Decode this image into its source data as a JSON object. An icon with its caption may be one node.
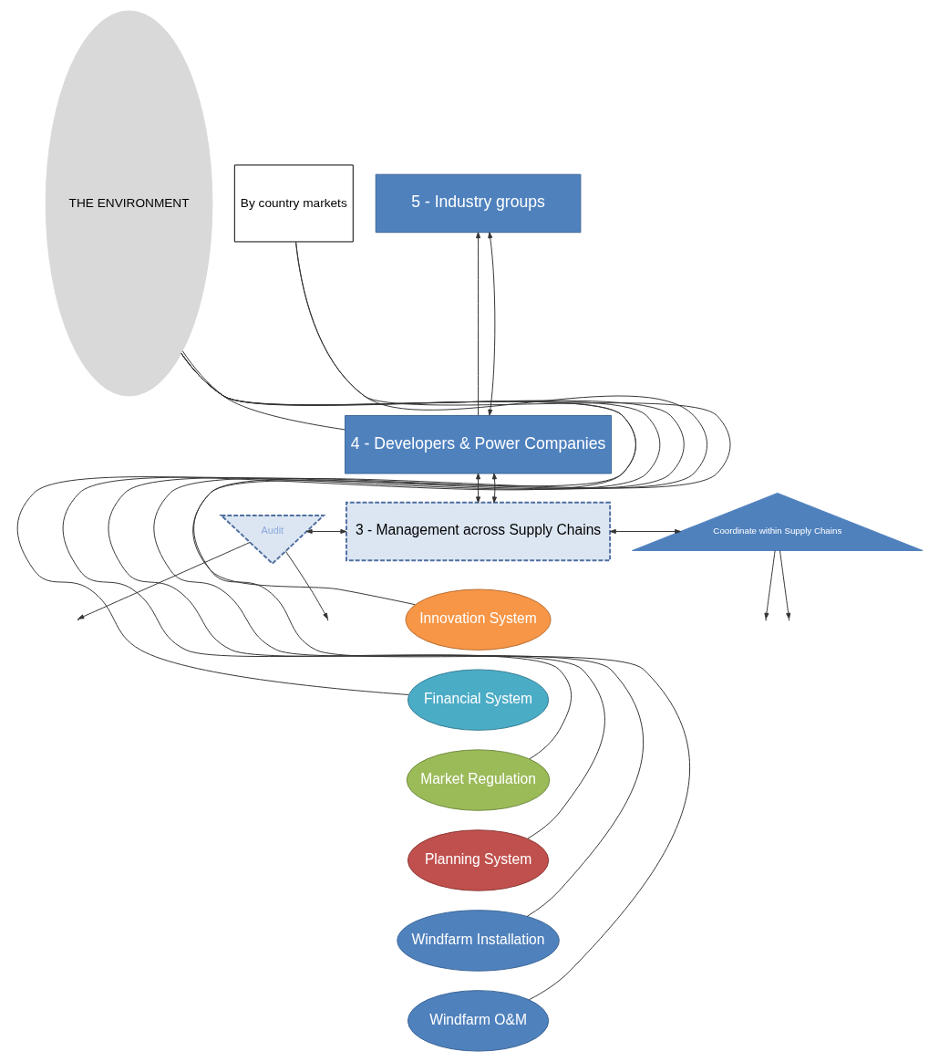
{
  "diagram": {
    "nodes": [
      {
        "text": [
          "THE ENVIRONMENT"
        ]
      },
      {
        "text": [
          "5 - Industry groups"
        ]
      },
      {
        "text": [
          "4 - Developers & Power Companies"
        ]
      },
      {
        "text": [
          "3 - Management across Supply Chains"
        ]
      },
      {
        "text": [
          "Audit"
        ]
      },
      {
        "text": [
          "Coordinate within Supply Chains"
        ]
      },
      {
        "text": [
          "Innovation System"
        ]
      },
      {
        "text": [
          "Financial System"
        ]
      },
      {
        "text": [
          "Market Regulation"
        ]
      },
      {
        "text": [
          "Planning System"
        ]
      },
      {
        "text": [
          "Windfarm Installation"
        ]
      },
      {
        "text": [
          "Windfarm O&M"
        ]
      },
      {
        "text": [
          "By country markets"
        ]
      }
    ],
    "edges": [
      {
        "from": 2,
        "to": 1,
        "arrow": "to"
      },
      {
        "from": 3,
        "to": 2,
        "arrow": "both"
      },
      {
        "from": 1,
        "to": 2,
        "arrow": "both"
      },
      {
        "from": 2,
        "to": 3,
        "arrow": "both"
      },
      {
        "from": 0,
        "to": 2,
        "arrow": "none"
      },
      {
        "from": 4,
        "to": 3,
        "arrow": "both"
      },
      {
        "from": 3,
        "to": 5,
        "arrow": "both"
      },
      {
        "from": 4,
        "to": null,
        "arrow": "to"
      },
      {
        "from": 5,
        "to": null,
        "arrow": "to"
      },
      {
        "from": 4,
        "to": null,
        "arrow": "to"
      },
      {
        "from": 5,
        "to": null,
        "arrow": "to"
      },
      {
        "from": 0,
        "to": 6,
        "arrow": "none"
      },
      {
        "from": 0,
        "to": 7,
        "arrow": "none"
      },
      {
        "from": 0,
        "to": 8,
        "arrow": "none"
      },
      {
        "from": 0,
        "to": 9,
        "arrow": "none"
      },
      {
        "from": 12,
        "to": 10,
        "arrow": "none"
      },
      {
        "from": 12,
        "to": 11,
        "arrow": "none"
      }
    ]
  }
}
